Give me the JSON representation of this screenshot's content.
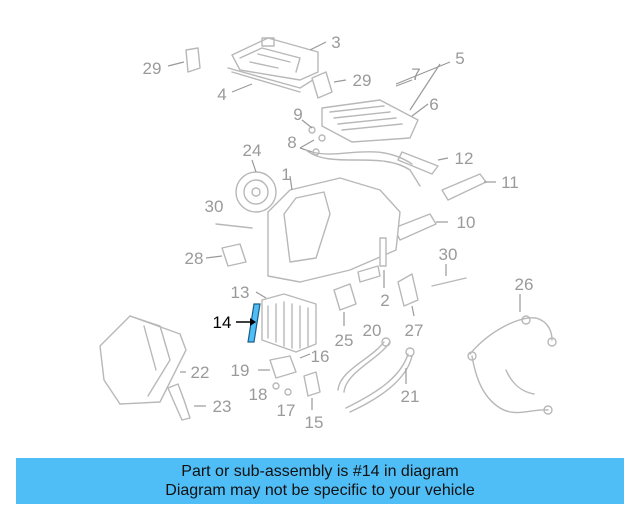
{
  "diagram": {
    "highlighted_part": "14",
    "highlight_color": "#4fbdf6",
    "labels": {
      "l1": "1",
      "l2": "2",
      "l3": "3",
      "l4": "4",
      "l5": "5",
      "l6": "6",
      "l7": "7",
      "l8": "8",
      "l9": "9",
      "l10": "10",
      "l11": "11",
      "l12": "12",
      "l13": "13",
      "l14": "14",
      "l15": "15",
      "l16": "16",
      "l17": "17",
      "l18": "18",
      "l19": "19",
      "l20": "20",
      "l21": "21",
      "l22": "22",
      "l23": "23",
      "l24": "24",
      "l25": "25",
      "l26": "26",
      "l27": "27",
      "l28": "28",
      "l29a": "29",
      "l29b": "29",
      "l30a": "30",
      "l30b": "30"
    }
  },
  "banner": {
    "line1": "Part or sub-assembly is #14 in diagram",
    "line2": "Diagram may not be specific to your vehicle",
    "background": "#4fbdf6"
  }
}
